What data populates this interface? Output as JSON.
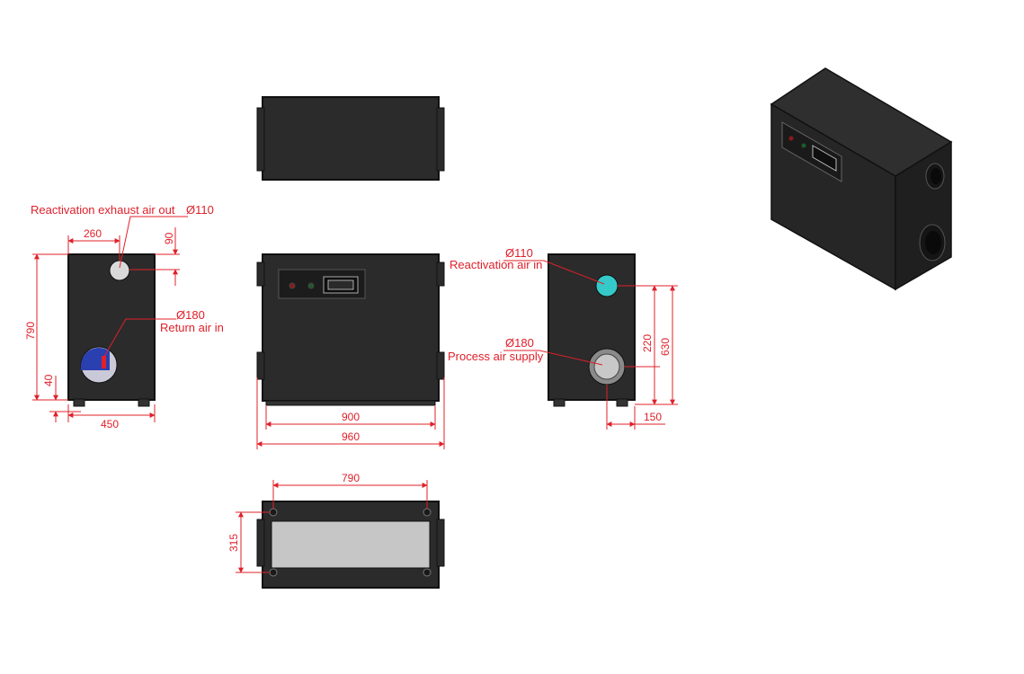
{
  "colors": {
    "body": "#2b2b2b",
    "edge": "#111111",
    "dimension": "#e0202a",
    "panel": "#1c1c1c",
    "port_cyan": "#35c9c9",
    "port_blue": "#2a3fb0",
    "port_grey": "#c8c8c8",
    "underside": "#c6c6c6"
  },
  "left_view": {
    "label_reactivation_exhaust": "Reactivation exhaust air out",
    "dia_reactivation_exhaust": "Ø110",
    "label_return_air": "Return air in",
    "dia_return_air": "Ø180",
    "dim_top_offset": "260",
    "dim_port_top": "90",
    "dim_height": "790",
    "dim_bottom": "40",
    "dim_width": "450"
  },
  "front_view": {
    "dim_inner_width": "900",
    "dim_outer_width": "960"
  },
  "right_view": {
    "dia_reactivation_in": "Ø110",
    "label_reactivation_in": "Reactivation air in",
    "dia_process_supply": "Ø180",
    "label_process_supply": "Process air supply",
    "dim_process_height": "220",
    "dim_reactivation_height": "630",
    "dim_side_offset": "150"
  },
  "bottom_view": {
    "dim_length": "790",
    "dim_depth": "315"
  }
}
